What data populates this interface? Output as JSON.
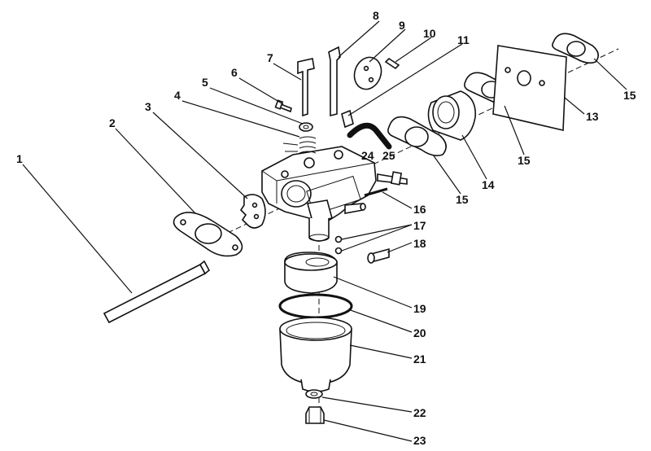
{
  "diagram": {
    "callouts": [
      {
        "id": "c1",
        "text": "1"
      },
      {
        "id": "c2",
        "text": "2"
      },
      {
        "id": "c3",
        "text": "3"
      },
      {
        "id": "c4",
        "text": "4"
      },
      {
        "id": "c5",
        "text": "5"
      },
      {
        "id": "c6",
        "text": "6"
      },
      {
        "id": "c7",
        "text": "7"
      },
      {
        "id": "c8",
        "text": "8"
      },
      {
        "id": "c9",
        "text": "9"
      },
      {
        "id": "c10",
        "text": "10"
      },
      {
        "id": "c11",
        "text": "11"
      },
      {
        "id": "c13",
        "text": "13"
      },
      {
        "id": "c14",
        "text": "14"
      },
      {
        "id": "c15a",
        "text": "15"
      },
      {
        "id": "c15b",
        "text": "15"
      },
      {
        "id": "c15c",
        "text": "15"
      },
      {
        "id": "c16",
        "text": "16"
      },
      {
        "id": "c17",
        "text": "17"
      },
      {
        "id": "c18",
        "text": "18"
      },
      {
        "id": "c19",
        "text": "19"
      },
      {
        "id": "c20",
        "text": "20"
      },
      {
        "id": "c21",
        "text": "21"
      },
      {
        "id": "c22",
        "text": "22"
      },
      {
        "id": "c23",
        "text": "23"
      },
      {
        "id": "c24",
        "text": "24"
      },
      {
        "id": "c25",
        "text": "25"
      }
    ]
  }
}
